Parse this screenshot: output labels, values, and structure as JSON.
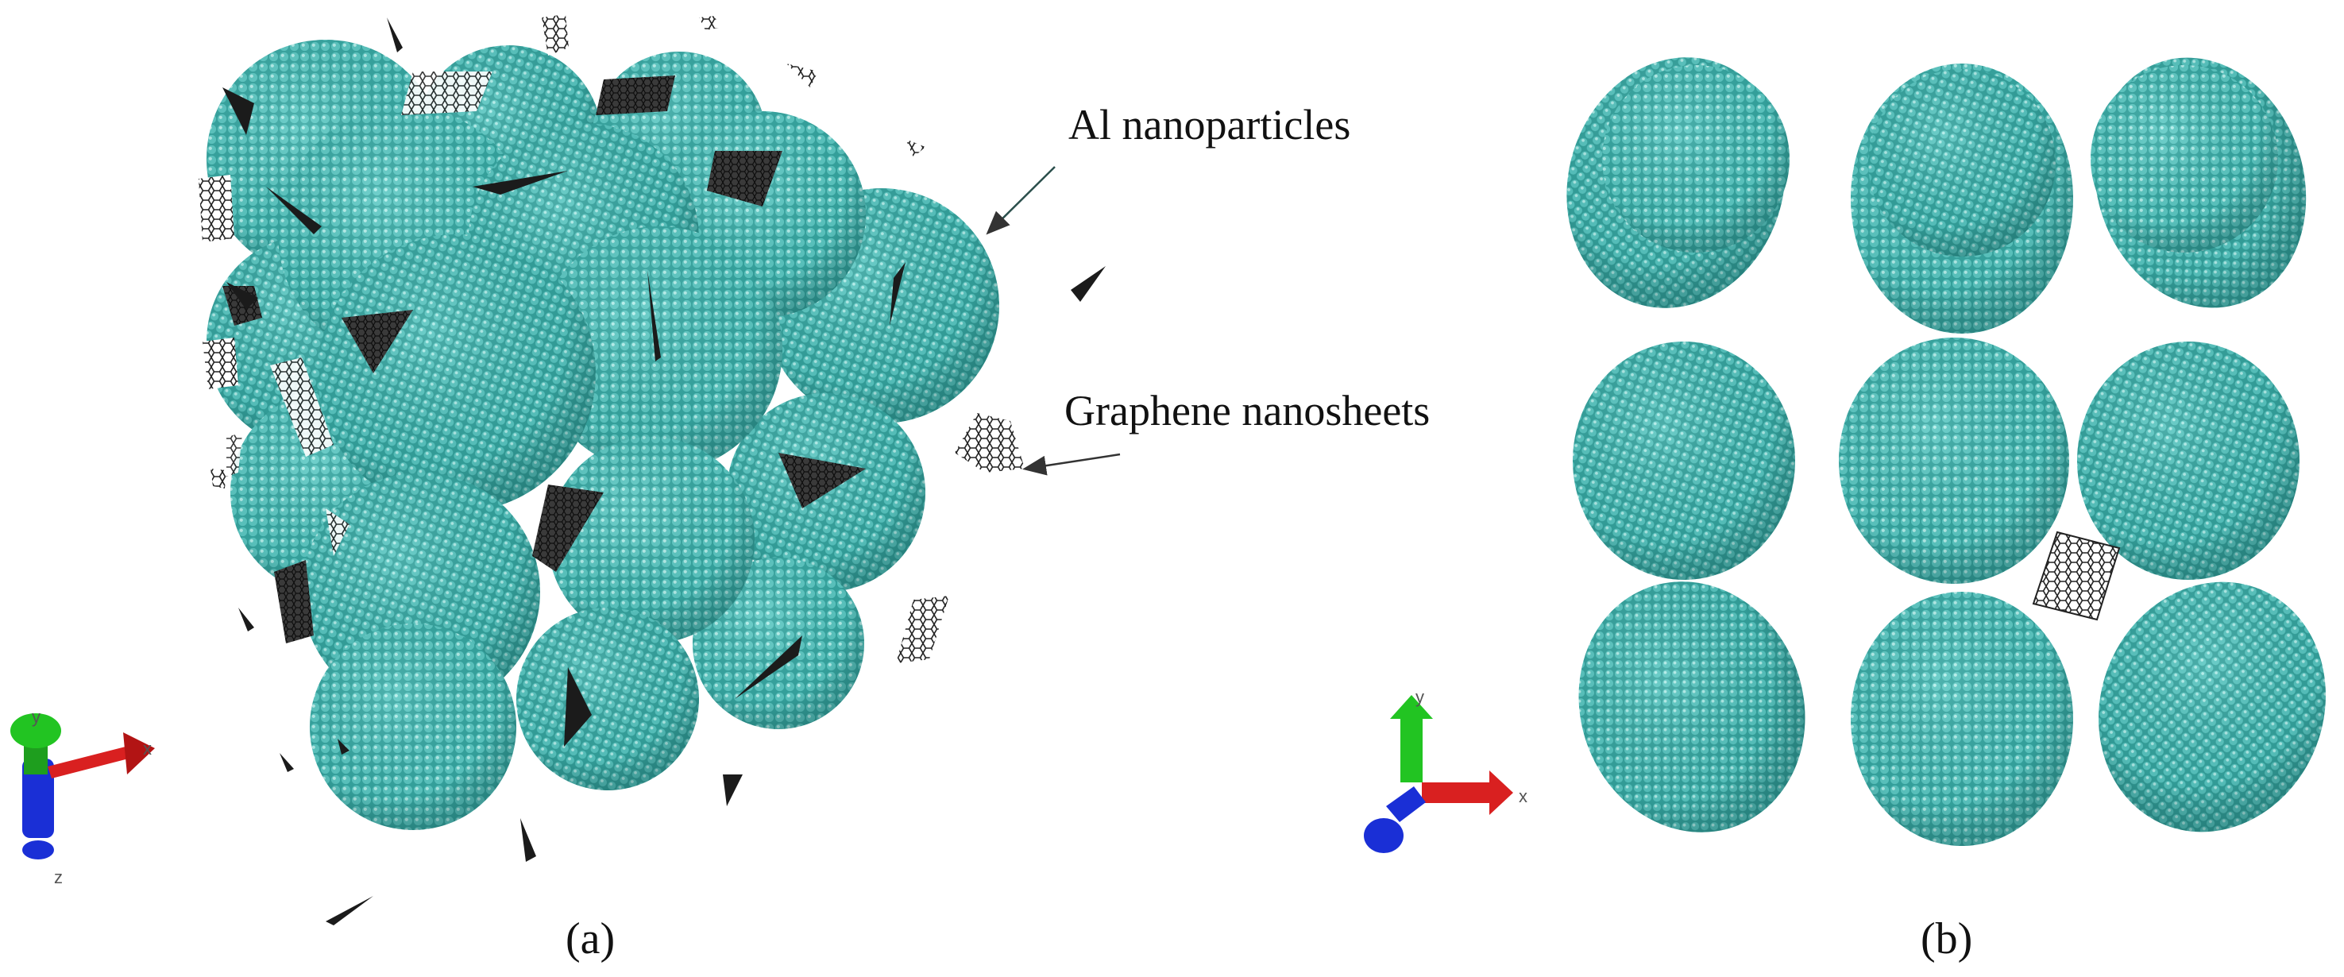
{
  "panels": [
    {
      "id": "a",
      "caption": "(a)",
      "annotations": [
        {
          "id": "al",
          "text": "Al nanoparticles"
        },
        {
          "id": "graphene",
          "text": "Graphene nanosheets"
        }
      ],
      "axes": {
        "x": "x",
        "y": "y",
        "z": "z"
      }
    },
    {
      "id": "b",
      "caption": "(b)",
      "axes": {
        "x": "x",
        "y": "y"
      }
    }
  ],
  "colors": {
    "particle": "#3fb2ad",
    "particle_dark": "#1f6e6b",
    "particle_light": "#8fe0dc",
    "graphene": "#222222",
    "axis_x": "#d92020",
    "axis_y": "#22c422",
    "axis_z": "#1a2fd6"
  }
}
